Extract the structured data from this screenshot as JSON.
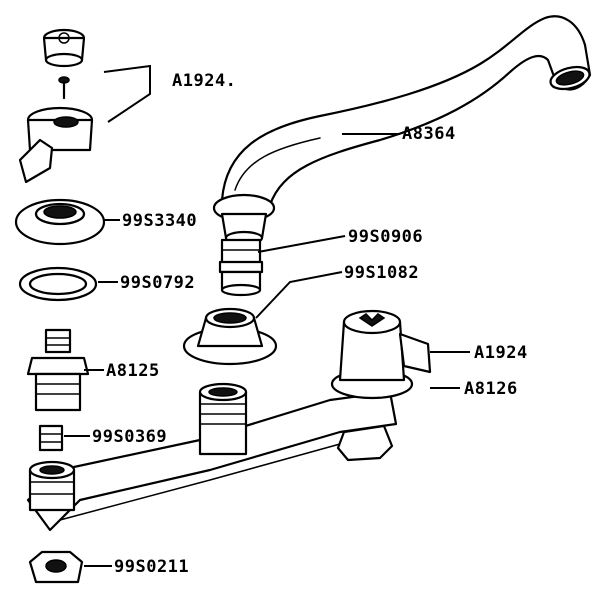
{
  "callouts": {
    "a1924_top": "A1924.",
    "a8364": "A8364",
    "p99s3340": "99S3340",
    "p99s0906": "99S0906",
    "p99s0792": "99S0792",
    "p99s1082": "99S1082",
    "a1924_right": "A1924",
    "a8125": "A8125",
    "a8126": "A8126",
    "p99s0369": "99S0369",
    "p99s0211": "99S0211"
  },
  "colors": {
    "ink": "#000000",
    "paper": "#ffffff"
  }
}
